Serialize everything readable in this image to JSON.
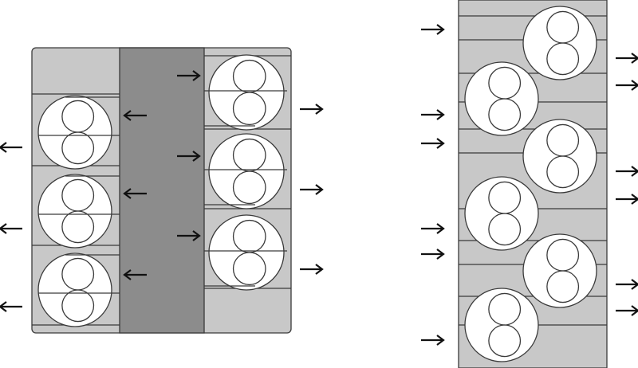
{
  "colors": {
    "background": "#ffffff",
    "panel_fill": "#c8c8c8",
    "channel_fill": "#8c8c8c",
    "unit_fill": "#ffffff",
    "stroke": "#3a3a3a",
    "arrow": "#111111"
  },
  "icons": {
    "arrow_right": "arrow-right-icon",
    "arrow_left": "arrow-left-icon"
  },
  "diagram": {
    "left_assembly": {
      "left_column_units": 3,
      "right_column_units": 3,
      "outer_arrows": [
        "left",
        "left",
        "left"
      ],
      "channel_arrows": [
        "left",
        "left",
        "left",
        "right",
        "right",
        "right"
      ],
      "right_arrows": [
        "right",
        "right",
        "right"
      ]
    },
    "right_assembly": {
      "staggered_units": 6,
      "inlet_arrows": 6,
      "outlet_arrows": 6
    }
  }
}
